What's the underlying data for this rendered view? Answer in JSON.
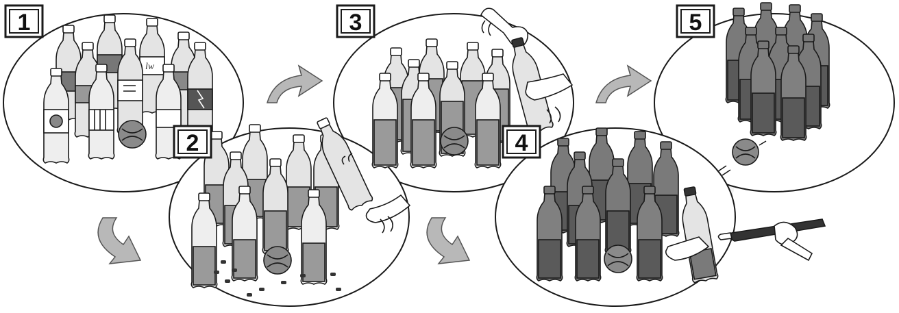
{
  "steps": [
    {
      "number": "1",
      "content": "empty-labelled-bottles"
    },
    {
      "number": "2",
      "content": "labels-removed-sand-added"
    },
    {
      "number": "3",
      "content": "shaking-bottles"
    },
    {
      "number": "4",
      "content": "painting-bottles"
    },
    {
      "number": "5",
      "content": "finished-bowling-pins"
    }
  ],
  "watermark": "badges",
  "colors": {
    "outline": "#1a1a1a",
    "bottle_light": "#e4e4e4",
    "bottle_mid": "#9a9a9a",
    "bottle_dark": "#6d6d6d",
    "arrow": "#b8b8b8",
    "ball": "#8a8a8a"
  }
}
